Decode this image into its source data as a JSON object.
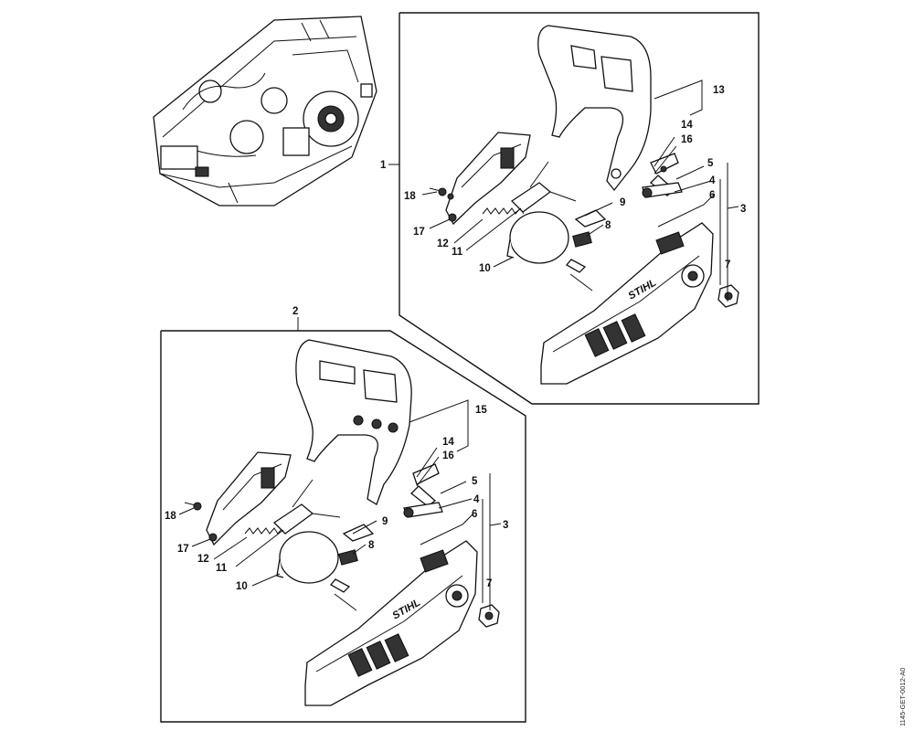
{
  "diagram": {
    "callouts": [
      {
        "id": "1",
        "text": "1"
      },
      {
        "id": "2",
        "text": "2"
      },
      {
        "id": "13",
        "text": "13"
      },
      {
        "id": "14a",
        "text": "14"
      },
      {
        "id": "16a",
        "text": "16"
      },
      {
        "id": "5a",
        "text": "5"
      },
      {
        "id": "4a",
        "text": "4"
      },
      {
        "id": "6a",
        "text": "6"
      },
      {
        "id": "3a",
        "text": "3"
      },
      {
        "id": "7a",
        "text": "7"
      },
      {
        "id": "9a",
        "text": "9"
      },
      {
        "id": "8a",
        "text": "8"
      },
      {
        "id": "18a",
        "text": "18"
      },
      {
        "id": "17a",
        "text": "17"
      },
      {
        "id": "12a",
        "text": "12"
      },
      {
        "id": "11a",
        "text": "11"
      },
      {
        "id": "10a",
        "text": "10"
      },
      {
        "id": "15",
        "text": "15"
      },
      {
        "id": "14b",
        "text": "14"
      },
      {
        "id": "16b",
        "text": "16"
      },
      {
        "id": "5b",
        "text": "5"
      },
      {
        "id": "4b",
        "text": "4"
      },
      {
        "id": "6b",
        "text": "6"
      },
      {
        "id": "3b",
        "text": "3"
      },
      {
        "id": "7b",
        "text": "7"
      },
      {
        "id": "9b",
        "text": "9"
      },
      {
        "id": "8b",
        "text": "8"
      },
      {
        "id": "18b",
        "text": "18"
      },
      {
        "id": "17b",
        "text": "17"
      },
      {
        "id": "12b",
        "text": "12"
      },
      {
        "id": "11b",
        "text": "11"
      },
      {
        "id": "10b",
        "text": "10"
      }
    ],
    "cover_logo": "STIHL",
    "doc_ref": "1145-GET-0012-A0"
  }
}
